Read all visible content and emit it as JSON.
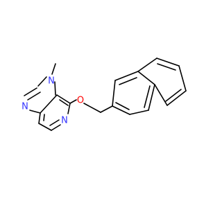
{
  "molecule": {
    "atoms": {
      "n_methyl": "N",
      "n_imidazole": "N",
      "n_pyridine": "N",
      "o_ether": "O"
    },
    "colors": {
      "nitrogen": "#3333ff",
      "oxygen": "#ff0000",
      "bond": "#000000",
      "background": "#ffffff"
    }
  }
}
